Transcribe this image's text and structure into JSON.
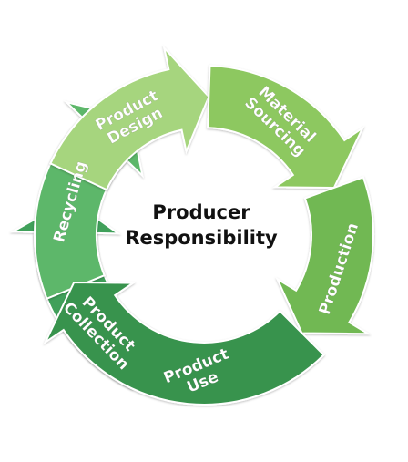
{
  "diagram": {
    "center": {
      "line1": "Producer",
      "line2": "Responsibility"
    },
    "segments": [
      {
        "name": "product-design",
        "lines": [
          "Product",
          "Design"
        ],
        "color": "#a6d57e"
      },
      {
        "name": "material-sourcing",
        "lines": [
          "Material",
          "Sourcing"
        ],
        "color": "#8dc861"
      },
      {
        "name": "production",
        "lines": [
          "Production"
        ],
        "color": "#71b853"
      },
      {
        "name": "product-use",
        "lines": [
          "Product",
          "Use"
        ],
        "color": "#39934d"
      },
      {
        "name": "product-collection",
        "lines": [
          "Product",
          "Collection"
        ],
        "color": "#3fa05a"
      },
      {
        "name": "recycling",
        "lines": [
          "Recycling"
        ],
        "color": "#5db76a"
      }
    ]
  }
}
